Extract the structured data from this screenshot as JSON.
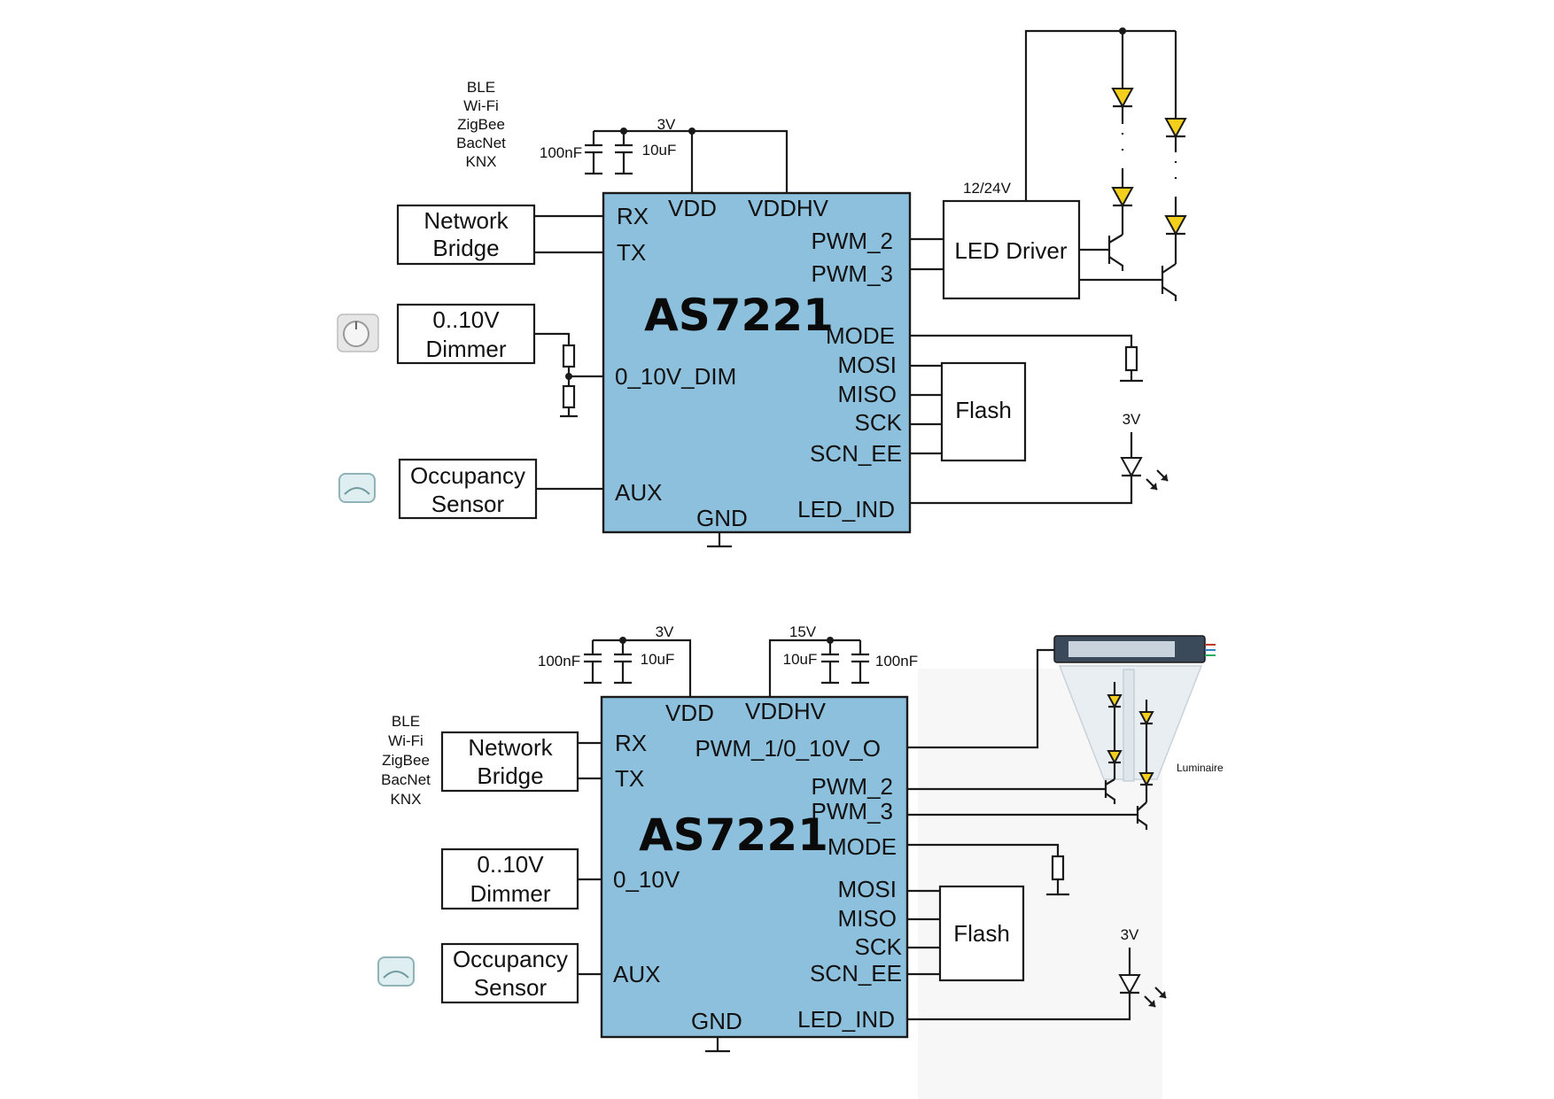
{
  "diagram_top": {
    "protocols": [
      "BLE",
      "Wi-Fi",
      "ZigBee",
      "BacNet",
      "KNX"
    ],
    "chip_name": "AS7221",
    "supply_label": "3V",
    "cap_100nF": "100nF",
    "cap_10uF": "10uF",
    "pins": {
      "rx": "RX",
      "tx": "TX",
      "vdd": "VDD",
      "vddhv": "VDDHV",
      "pwm2": "PWM_2",
      "pwm3": "PWM_3",
      "mode": "MODE",
      "mosi": "MOSI",
      "miso": "MISO",
      "sck": "SCK",
      "scn_ee": "SCN_EE",
      "dim": "0_10V_DIM",
      "aux": "AUX",
      "gnd": "GND",
      "led_ind": "LED_IND"
    },
    "network_bridge": [
      "Network",
      "Bridge"
    ],
    "dimmer": [
      "0..10V",
      "Dimmer"
    ],
    "occupancy_sensor": [
      "Occupancy",
      "Sensor"
    ],
    "flash": "Flash",
    "led_driver": "LED Driver",
    "driver_supply": "12/24V",
    "indicator_supply": "3V"
  },
  "diagram_bottom": {
    "protocols": [
      "BLE",
      "Wi-Fi",
      "ZigBee",
      "BacNet",
      "KNX"
    ],
    "chip_name": "AS7221",
    "supply_3v": "3V",
    "supply_15v": "15V",
    "cap_100nF_left": "100nF",
    "cap_10uF_left": "10uF",
    "cap_10uF_right": "10uF",
    "cap_100nF_right": "100nF",
    "pins": {
      "rx": "RX",
      "tx": "TX",
      "vdd": "VDD",
      "vddhv": "VDDHV",
      "pwm10v": "PWM_1/0_10V_O",
      "pwm2": "PWM_2",
      "pwm3": "PWM_3",
      "mode": "MODE",
      "mosi": "MOSI",
      "miso": "MISO",
      "sck": "SCK",
      "scn_ee": "SCN_EE",
      "dim": "0_10V",
      "aux": "AUX",
      "gnd": "GND",
      "led_ind": "LED_IND"
    },
    "network_bridge": [
      "Network",
      "Bridge"
    ],
    "dimmer": [
      "0..10V",
      "Dimmer"
    ],
    "occupancy_sensor": [
      "Occupancy",
      "Sensor"
    ],
    "flash": "Flash",
    "luminaire": "Luminaire",
    "indicator_supply": "3V"
  },
  "colors": {
    "chip_fill": "#8cc0dc",
    "led_fill": "#f4cf1c",
    "wire": "#1a1a1a"
  }
}
